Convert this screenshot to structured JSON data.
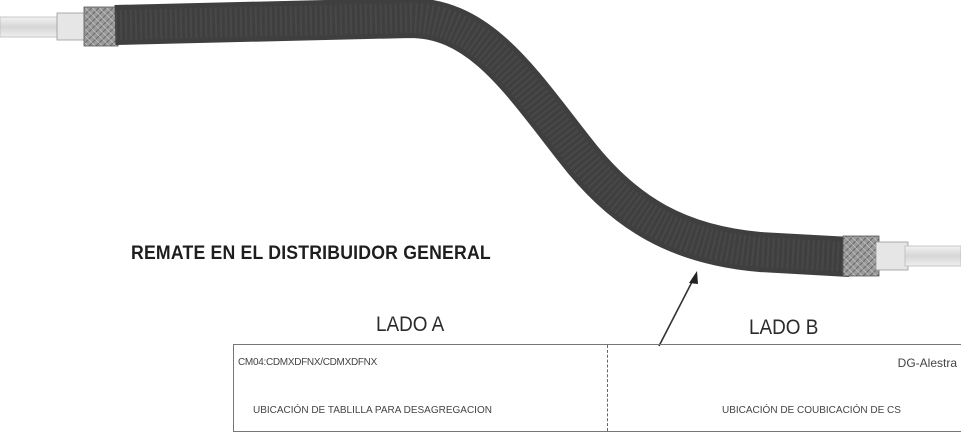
{
  "diagram": {
    "heading": "REMATE EN EL DISTRIBUIDOR GENERAL",
    "side_a": {
      "title": "LADO A",
      "code": "CM04:CDMXDFNX/CDMXDFNX",
      "description": "UBICACIÓN DE TABLILLA PARA DESAGREGACION"
    },
    "side_b": {
      "title": "LADO B",
      "code": "DG-Alestra",
      "description": "UBICACIÓN DE COUBICACIÓN DE CS"
    }
  },
  "colors": {
    "cable_jacket": "#4a4a4a",
    "braid": "#8c8c8c",
    "insulator": "#dcdcdc",
    "line": "#555555"
  }
}
